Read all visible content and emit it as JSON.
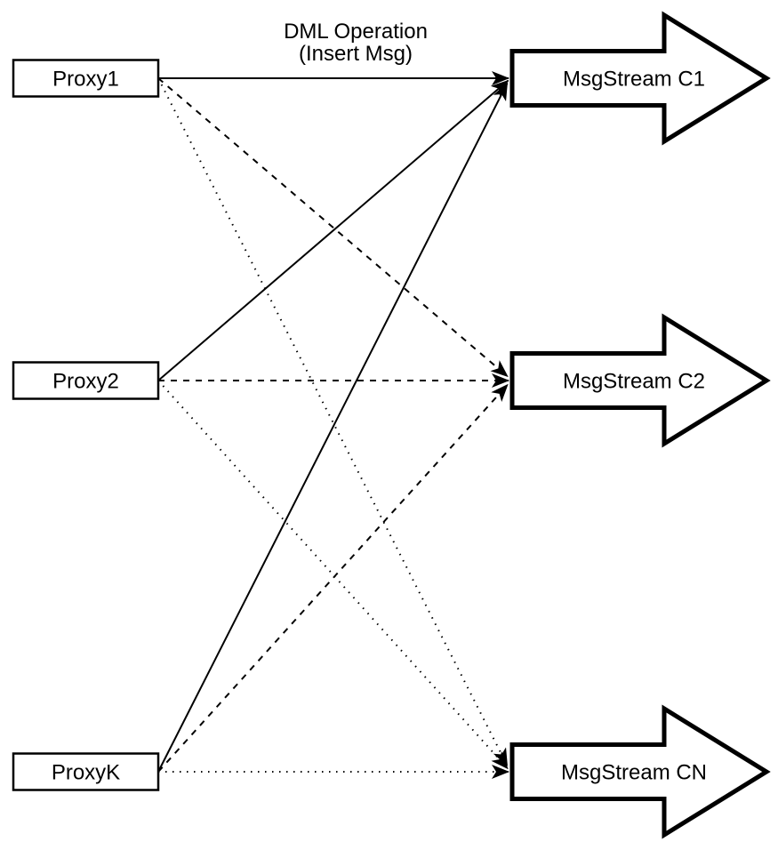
{
  "title": {
    "line1": "DML Operation",
    "line2": "(Insert Msg)"
  },
  "proxies": [
    {
      "label": "Proxy1"
    },
    {
      "label": "Proxy2"
    },
    {
      "label": "ProxyK"
    }
  ],
  "streams": [
    {
      "label": "MsgStream C1"
    },
    {
      "label": "MsgStream C2"
    },
    {
      "label": "MsgStream CN"
    }
  ],
  "connections": [
    {
      "from": "Proxy1",
      "to": "MsgStream C1",
      "style": "solid"
    },
    {
      "from": "Proxy2",
      "to": "MsgStream C1",
      "style": "solid"
    },
    {
      "from": "ProxyK",
      "to": "MsgStream C1",
      "style": "solid"
    },
    {
      "from": "Proxy1",
      "to": "MsgStream C2",
      "style": "dashed"
    },
    {
      "from": "Proxy2",
      "to": "MsgStream C2",
      "style": "dashed"
    },
    {
      "from": "ProxyK",
      "to": "MsgStream C2",
      "style": "dashed"
    },
    {
      "from": "Proxy1",
      "to": "MsgStream CN",
      "style": "dotted"
    },
    {
      "from": "Proxy2",
      "to": "MsgStream CN",
      "style": "dotted"
    },
    {
      "from": "ProxyK",
      "to": "MsgStream CN",
      "style": "dotted"
    }
  ],
  "colors": {
    "stroke": "#000000",
    "fill": "#ffffff",
    "background": "#ffffff"
  }
}
